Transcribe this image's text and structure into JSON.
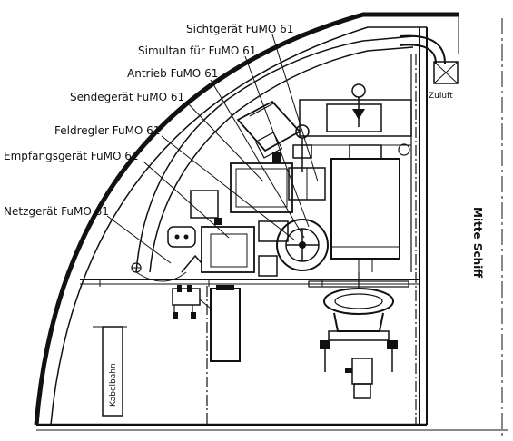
{
  "labels": {
    "sichtgeraet": "Sichtgerät FuMO 61",
    "simultan": "Simultan für FuMO 61",
    "antrieb": "Antrieb FuMO 61",
    "sendegeraet": "Sendegerät FuMO 61",
    "feldregler": "Feldregler FuMO 61",
    "empfangsgeraet": "Empfangsgerät FuMO 61",
    "netzgeraet": "Netzgerät FuMO 61",
    "zuluft": "Zuluft",
    "kabelbahn": "Kabelbahn",
    "mitte_schiff": "Mitte Schiff"
  }
}
